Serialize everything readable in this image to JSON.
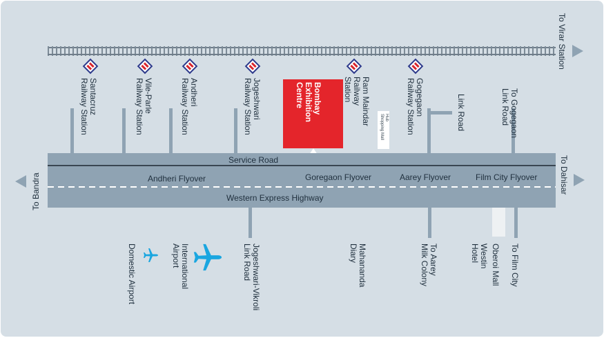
{
  "colors": {
    "background": "#d5dee5",
    "road": "#8fa3b3",
    "venue": "#e4252b",
    "metro_outer": "#2e3a8c",
    "metro_inner": "#d9262d",
    "airport_icon": "#1aa6e0"
  },
  "icons": {
    "metro": "metro-station-icon",
    "airplane": "airplane-icon"
  },
  "directions": {
    "virar": "To Virar Station",
    "bandra": "To Bandra",
    "dahisar": "To Dahisar"
  },
  "stations": [
    {
      "id": "santacruz",
      "label": "Santacruz\nRailway Station"
    },
    {
      "id": "vile-parle",
      "label": "Vile-Parle\nRailway Station"
    },
    {
      "id": "andheri",
      "label": "Andheri\nRailway Station"
    },
    {
      "id": "jogeshwari",
      "label": "Jogeshwari\nRailway Station"
    },
    {
      "id": "ram-mandir",
      "label": "Ram Maindar\nRailway\nStation"
    },
    {
      "id": "goregaon",
      "label": "Gogegaon\nRailway Station"
    }
  ],
  "venue": {
    "label": "Bombay\nExhibition\nCentre"
  },
  "north_labels": {
    "hub_mall": "Hub\nShopping Mall",
    "link_road": "Link Road",
    "goregaon_link": "To Gogegaon\nLink Road"
  },
  "roads": {
    "service": "Service Road",
    "highway": "Western Express Highway"
  },
  "flyovers": {
    "andheri": "Andheri Flyover",
    "goregaon": "Goregaon Flyover",
    "aarey": "Aarey Flyover",
    "film_city": "Film City Flyover"
  },
  "south_labels": {
    "domestic_airport": "Domestic Airport",
    "international_airport": "International\nAirport",
    "jvlr": "Jogeshwari-Vikroli\nLink Road",
    "mahananda": "Mahananda\nDiary",
    "aarey_colony": "To Aarey\nMilk Colony",
    "westin": "Westin\nHotel",
    "oberoi": "Oberoi Mall",
    "film_city": "To Film City"
  }
}
